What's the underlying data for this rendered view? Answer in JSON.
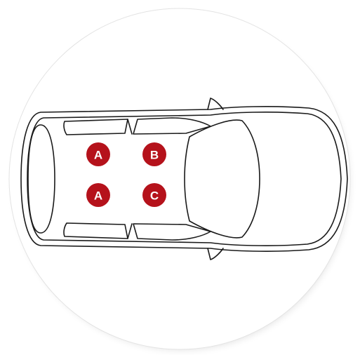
{
  "colors": {
    "marker_fill": "#b5121b",
    "marker_text": "#ffffff",
    "disc_fill": "#ffffff",
    "disc_shadow": "#d9d9d9",
    "outline": "#1a1a1a"
  },
  "markers": [
    {
      "id": "front-left",
      "letter": "A"
    },
    {
      "id": "front-right",
      "letter": "B"
    },
    {
      "id": "rear-left",
      "letter": "A"
    },
    {
      "id": "rear-right",
      "letter": "C"
    }
  ]
}
